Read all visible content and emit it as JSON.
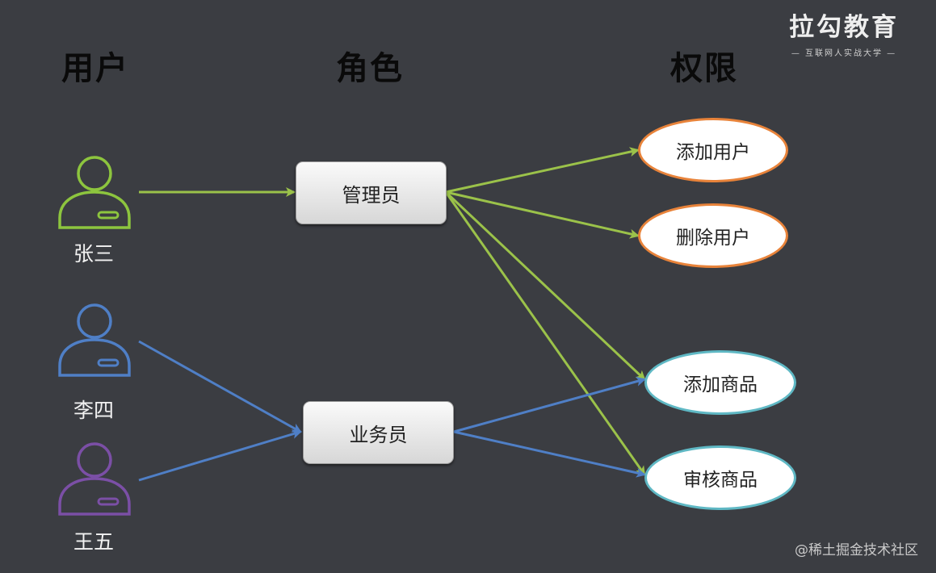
{
  "headers": {
    "users": "用户",
    "roles": "角色",
    "permissions": "权限"
  },
  "brand": {
    "name": "拉勾教育",
    "tagline": "— 互联网人实战大学 —"
  },
  "users": [
    {
      "id": "zhangsan",
      "name": "张三",
      "color": "#8dc53e"
    },
    {
      "id": "lisi",
      "name": "李四",
      "color": "#4f7fc6"
    },
    {
      "id": "wangwu",
      "name": "王五",
      "color": "#7b4fa6"
    }
  ],
  "roles": [
    {
      "id": "admin",
      "name": "管理员"
    },
    {
      "id": "sales",
      "name": "业务员"
    }
  ],
  "permissions": [
    {
      "id": "add-user",
      "name": "添加用户",
      "border": "#e8833a"
    },
    {
      "id": "delete-user",
      "name": "删除用户",
      "border": "#e8833a"
    },
    {
      "id": "add-product",
      "name": "添加商品",
      "border": "#5fb8c4"
    },
    {
      "id": "review-product",
      "name": "审核商品",
      "border": "#5fb8c4"
    }
  ],
  "edges": [
    {
      "from": "zhangsan",
      "to": "admin",
      "color": "#9bc24a"
    },
    {
      "from": "admin",
      "to": "add-user",
      "color": "#9bc24a"
    },
    {
      "from": "admin",
      "to": "delete-user",
      "color": "#9bc24a"
    },
    {
      "from": "admin",
      "to": "add-product",
      "color": "#9bc24a"
    },
    {
      "from": "admin",
      "to": "review-product",
      "color": "#9bc24a"
    },
    {
      "from": "lisi",
      "to": "sales",
      "color": "#4f7fc6"
    },
    {
      "from": "wangwu",
      "to": "sales",
      "color": "#4f7fc6"
    },
    {
      "from": "sales",
      "to": "add-product",
      "color": "#4f7fc6"
    },
    {
      "from": "sales",
      "to": "review-product",
      "color": "#4f7fc6"
    }
  ],
  "watermark": "@稀土掘金技术社区"
}
